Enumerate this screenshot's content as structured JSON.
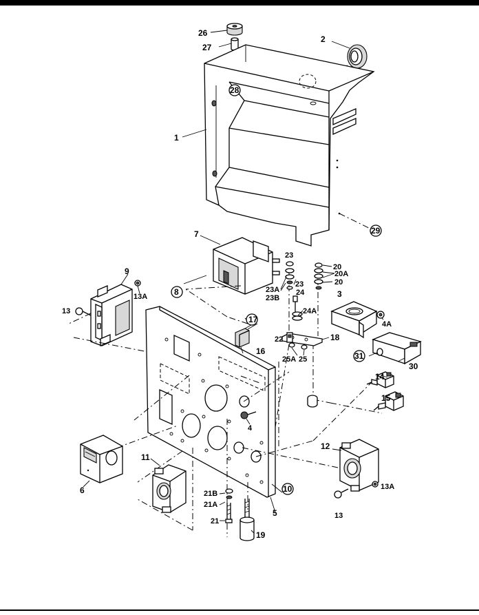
{
  "callouts": [
    {
      "id": "c1",
      "text": "1"
    },
    {
      "id": "c2",
      "text": "2"
    },
    {
      "id": "c3",
      "text": "3"
    },
    {
      "id": "c4",
      "text": "4"
    },
    {
      "id": "c4a",
      "text": "4A"
    },
    {
      "id": "c5",
      "text": "5"
    },
    {
      "id": "c6",
      "text": "6"
    },
    {
      "id": "c7",
      "text": "7"
    },
    {
      "id": "c8",
      "text": "8"
    },
    {
      "id": "c9",
      "text": "9"
    },
    {
      "id": "c10",
      "text": "10"
    },
    {
      "id": "c11",
      "text": "11"
    },
    {
      "id": "c12",
      "text": "12"
    },
    {
      "id": "c13a",
      "text": "13"
    },
    {
      "id": "c13b",
      "text": "13"
    },
    {
      "id": "c13aa",
      "text": "13A"
    },
    {
      "id": "c13ab",
      "text": "13A"
    },
    {
      "id": "c14",
      "text": "14"
    },
    {
      "id": "c15",
      "text": "15"
    },
    {
      "id": "c16",
      "text": "16"
    },
    {
      "id": "c17",
      "text": "17"
    },
    {
      "id": "c18",
      "text": "18"
    },
    {
      "id": "c19",
      "text": "19"
    },
    {
      "id": "c20a",
      "text": "20"
    },
    {
      "id": "c20b",
      "text": "20"
    },
    {
      "id": "c20A",
      "text": "20A"
    },
    {
      "id": "c21",
      "text": "21"
    },
    {
      "id": "c21A",
      "text": "21A"
    },
    {
      "id": "c21B",
      "text": "21B"
    },
    {
      "id": "c22",
      "text": "22"
    },
    {
      "id": "c23a",
      "text": "23"
    },
    {
      "id": "c23b",
      "text": "23"
    },
    {
      "id": "c23A",
      "text": "23A"
    },
    {
      "id": "c23B",
      "text": "23B"
    },
    {
      "id": "c24",
      "text": "24"
    },
    {
      "id": "c24A",
      "text": "24A"
    },
    {
      "id": "c25",
      "text": "25"
    },
    {
      "id": "c25A",
      "text": "25A"
    },
    {
      "id": "c26",
      "text": "26"
    },
    {
      "id": "c27",
      "text": "27"
    },
    {
      "id": "c28",
      "text": "28"
    },
    {
      "id": "c29",
      "text": "29"
    },
    {
      "id": "c30",
      "text": "30"
    },
    {
      "id": "c31",
      "text": "31"
    }
  ]
}
